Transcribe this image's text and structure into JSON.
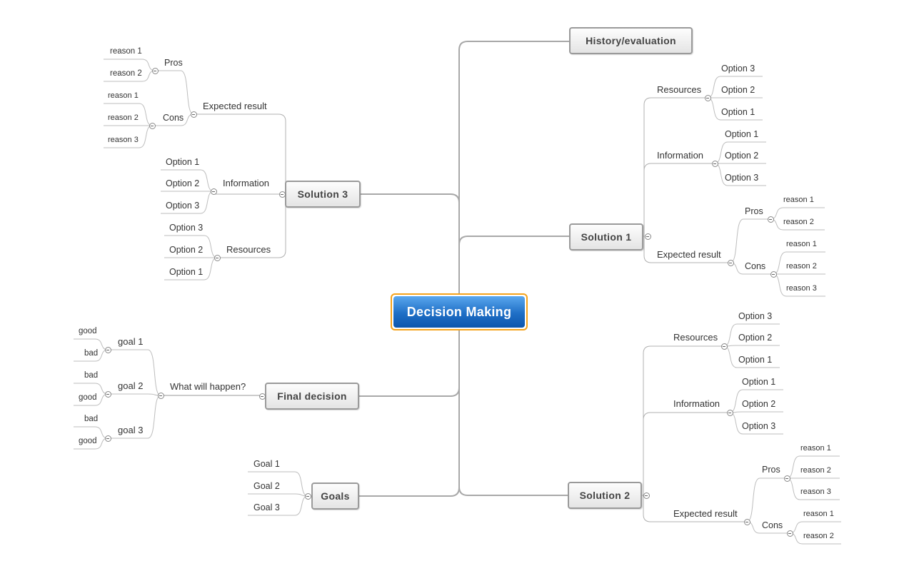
{
  "central": "Decision Making",
  "history": {
    "label": "History/evaluation"
  },
  "solution1": {
    "label": "Solution 1",
    "resources": {
      "label": "Resources",
      "items": [
        "Option 3",
        "Option 2",
        "Option 1"
      ]
    },
    "information": {
      "label": "Information",
      "items": [
        "Option 1",
        "Option 2",
        "Option 3"
      ]
    },
    "expected": {
      "label": "Expected result",
      "pros": {
        "label": "Pros",
        "items": [
          "reason 1",
          "reason 2"
        ]
      },
      "cons": {
        "label": "Cons",
        "items": [
          "reason 1",
          "reason 2",
          "reason 3"
        ]
      }
    }
  },
  "solution2": {
    "label": "Solution 2",
    "resources": {
      "label": "Resources",
      "items": [
        "Option 3",
        "Option 2",
        "Option 1"
      ]
    },
    "information": {
      "label": "Information",
      "items": [
        "Option 1",
        "Option 2",
        "Option 3"
      ]
    },
    "expected": {
      "label": "Expected result",
      "pros": {
        "label": "Pros",
        "items": [
          "reason 1",
          "reason 2",
          "reason 3"
        ]
      },
      "cons": {
        "label": "Cons",
        "items": [
          "reason 1",
          "reason 2"
        ]
      }
    }
  },
  "solution3": {
    "label": "Solution 3",
    "expected": {
      "label": "Expected result",
      "pros": {
        "label": "Pros",
        "items": [
          "reason 1",
          "reason 2"
        ]
      },
      "cons": {
        "label": "Cons",
        "items": [
          "reason 1",
          "reason 2",
          "reason 3"
        ]
      }
    },
    "information": {
      "label": "Information",
      "items": [
        "Option 1",
        "Option 2",
        "Option 3"
      ]
    },
    "resources": {
      "label": "Resources",
      "items": [
        "Option 3",
        "Option 2",
        "Option 1"
      ]
    }
  },
  "final_decision": {
    "label": "Final decision",
    "what": {
      "label": "What will happen?",
      "goals": [
        {
          "label": "goal 1",
          "items": [
            "good",
            "bad"
          ]
        },
        {
          "label": "goal 2",
          "items": [
            "bad",
            "good"
          ]
        },
        {
          "label": "goal 3",
          "items": [
            "bad",
            "good"
          ]
        }
      ]
    }
  },
  "goals": {
    "label": "Goals",
    "items": [
      "Goal 1",
      "Goal 2",
      "Goal 3"
    ]
  }
}
